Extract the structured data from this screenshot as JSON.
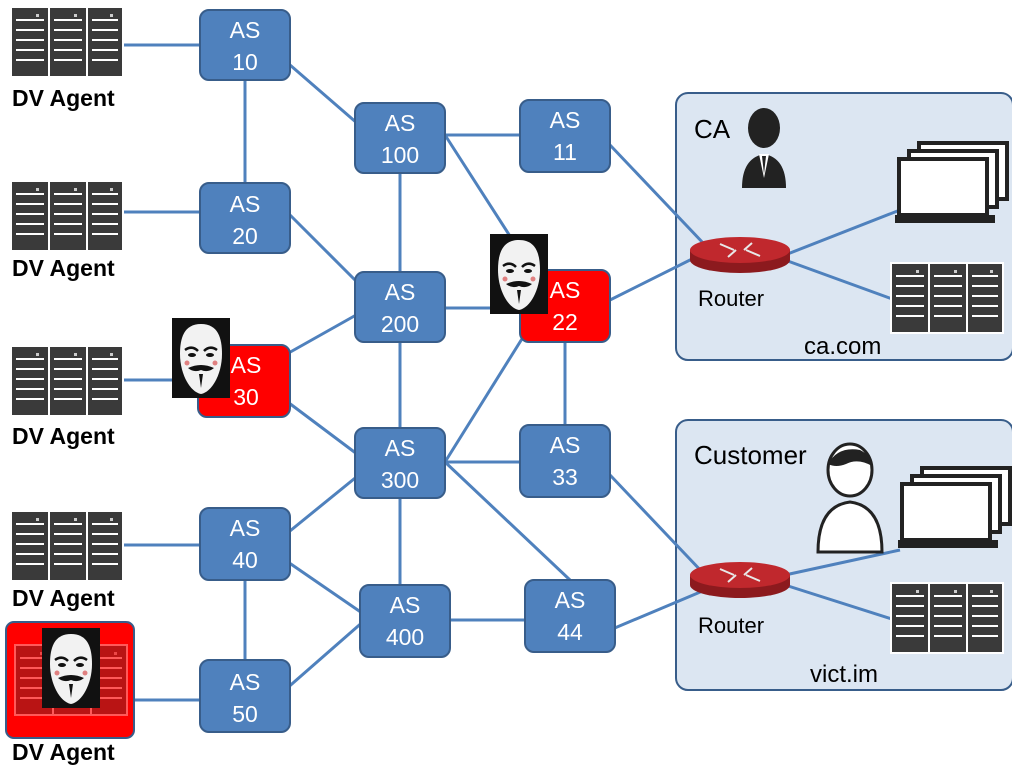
{
  "colors": {
    "as_normal": "#4f81bd",
    "as_malicious": "#ff0000",
    "as_border": "#385d8a",
    "link": "#4f81bd",
    "panel_fill": "#dce6f2",
    "panel_border": "#385d8a",
    "router": "#c0282d"
  },
  "as_nodes": [
    {
      "id": "as10",
      "prefix": "AS",
      "num": "10",
      "malicious": false
    },
    {
      "id": "as20",
      "prefix": "AS",
      "num": "20",
      "malicious": false
    },
    {
      "id": "as30",
      "prefix": "AS",
      "num": "30",
      "malicious": true
    },
    {
      "id": "as40",
      "prefix": "AS",
      "num": "40",
      "malicious": false
    },
    {
      "id": "as50",
      "prefix": "AS",
      "num": "50",
      "malicious": false
    },
    {
      "id": "as100",
      "prefix": "AS",
      "num": "100",
      "malicious": false
    },
    {
      "id": "as200",
      "prefix": "AS",
      "num": "200",
      "malicious": false
    },
    {
      "id": "as300",
      "prefix": "AS",
      "num": "300",
      "malicious": false
    },
    {
      "id": "as400",
      "prefix": "AS",
      "num": "400",
      "malicious": false
    },
    {
      "id": "as11",
      "prefix": "AS",
      "num": "11",
      "malicious": false
    },
    {
      "id": "as22",
      "prefix": "AS",
      "num": "22",
      "malicious": true
    },
    {
      "id": "as33",
      "prefix": "AS",
      "num": "33",
      "malicious": false
    },
    {
      "id": "as44",
      "prefix": "AS",
      "num": "44",
      "malicious": false
    }
  ],
  "agents": [
    {
      "id": "agent1",
      "label": "DV Agent",
      "malicious": false
    },
    {
      "id": "agent2",
      "label": "DV Agent",
      "malicious": false
    },
    {
      "id": "agent3",
      "label": "DV Agent",
      "malicious": false
    },
    {
      "id": "agent4",
      "label": "DV Agent",
      "malicious": false
    },
    {
      "id": "agent5",
      "label": "DV Agent",
      "malicious": true
    }
  ],
  "panels": {
    "ca": {
      "title": "CA",
      "router_label": "Router",
      "domain": "ca.com"
    },
    "customer": {
      "title": "Customer",
      "router_label": "Router",
      "domain": "vict.im"
    }
  },
  "icons": {
    "server": "server-rack-icon",
    "attacker": "anonymous-mask-icon",
    "router": "router-icon",
    "person": "person-icon",
    "computers": "computer-stack-icon"
  }
}
